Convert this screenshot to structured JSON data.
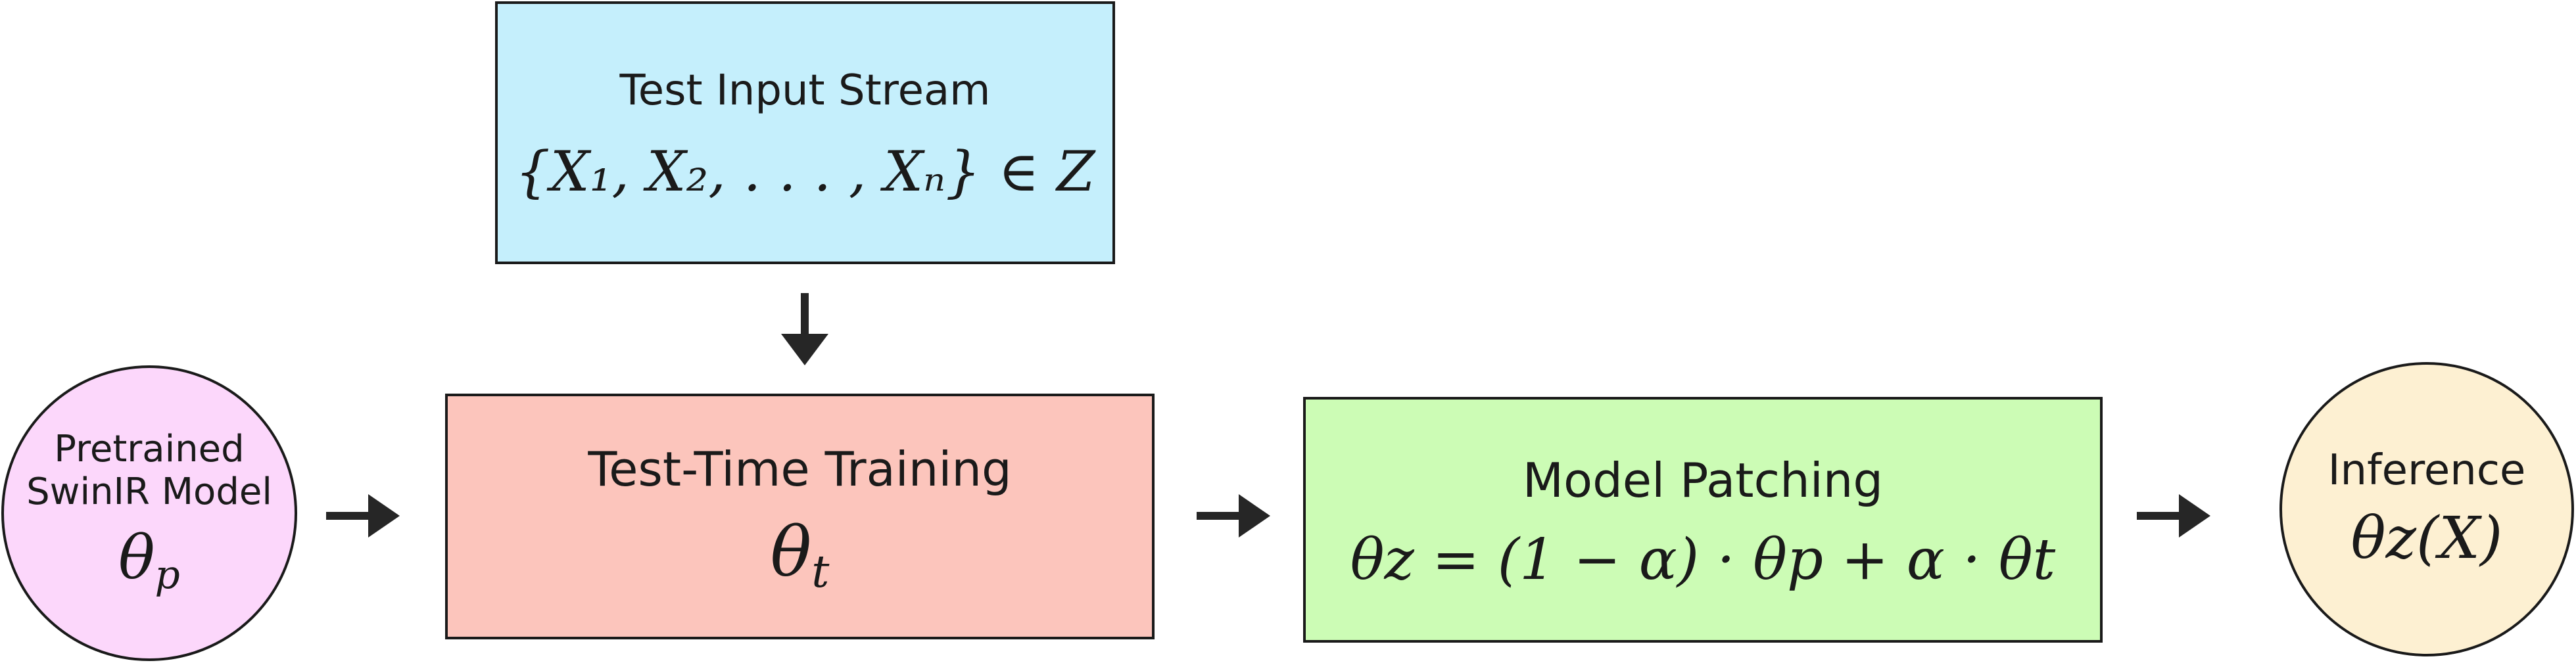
{
  "nodes": {
    "pretrained": {
      "label": "Pretrained\nSwinIR Model",
      "math_base": "θ",
      "math_sub": "p",
      "fill": "#fcd7fb"
    },
    "test_stream": {
      "label": "Test Input Stream",
      "math": "{X₁, X₂, . . . , Xₙ} ∈ Z",
      "fill": "#c5effc"
    },
    "test_time_training": {
      "label": "Test-Time Training",
      "math_base": "θ",
      "math_sub": "t",
      "fill": "#fcc5bc"
    },
    "model_patching": {
      "label": "Model Patching",
      "math": "θz = (1 − α) · θp + α · θt",
      "fill": "#ccfcb5"
    },
    "inference": {
      "label": "Inference",
      "math": "θz(X)",
      "fill": "#fdf0d2"
    }
  },
  "edges": [
    {
      "from": "test_stream",
      "to": "test_time_training"
    },
    {
      "from": "pretrained",
      "to": "test_time_training"
    },
    {
      "from": "test_time_training",
      "to": "model_patching"
    },
    {
      "from": "model_patching",
      "to": "inference"
    }
  ],
  "colors": {
    "stroke": "#1a1a1a",
    "arrow": "#262626"
  }
}
